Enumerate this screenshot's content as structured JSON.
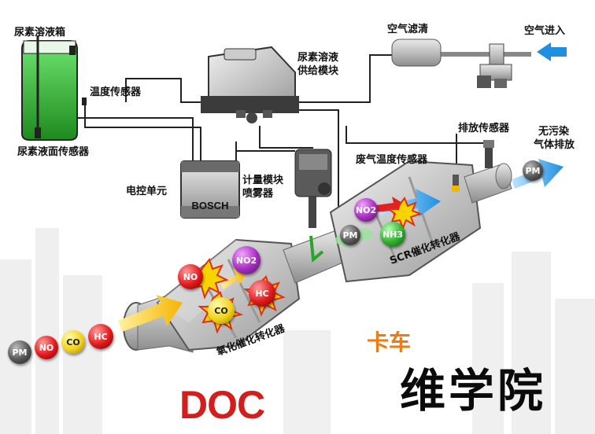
{
  "labels": {
    "urea_tank": "尿素溶液箱",
    "temp_sensor": "温度传感器",
    "level_sensor": "尿素液面传感器",
    "supply_module": "尿素溶液\n供给模块",
    "supply_module_l1": "尿素溶液",
    "supply_module_l2": "供给模块",
    "air_filter": "空气滤清",
    "air_in": "空气进入",
    "exhaust_sensor": "排放传感器",
    "clean_gas_l1": "无污染",
    "clean_gas_l2": "气体排放",
    "ecu": "电控单元",
    "bosch": "BOSCH",
    "metering_l1": "计量模块",
    "metering_l2": "喷雾器",
    "exhaust_temp_sensor": "废气温度传感器",
    "scr": "SCR催化转化器",
    "oxidation_cat": "氧化催化转化器",
    "doc": "DOC",
    "brand_small": "卡车",
    "brand_big": "维学院"
  },
  "molecules": {
    "inlet": [
      "PM",
      "NO",
      "CO",
      "HC"
    ],
    "doc_in": [
      "NO",
      "CO",
      "HC"
    ],
    "doc_out": "NO2",
    "scr_no2": "NO2",
    "scr_pm": "PM",
    "scr_nh3": "NH3",
    "exit": "PM"
  },
  "colors": {
    "tank_fluid": "#2fae2f",
    "arrow_yellow": "#f5c400",
    "arrow_blue": "#1f8fe0",
    "doc_text": "#d31e1e",
    "brand_orange": "#f07a10"
  }
}
